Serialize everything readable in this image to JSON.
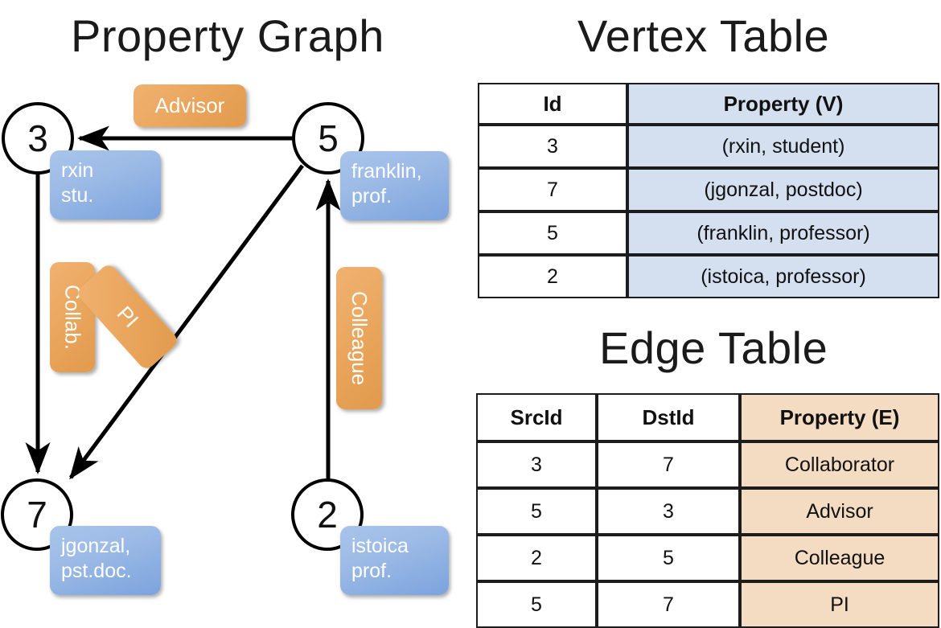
{
  "titles": {
    "graph": "Property Graph",
    "vertex_table": "Vertex Table",
    "edge_table": "Edge Table"
  },
  "colors": {
    "vertex_property_fill": "#D4DFF0",
    "edge_property_fill": "#F4DCC2",
    "vertex_box_blue": "#7BA3DD",
    "edge_label_orange": "#EAA75F",
    "stroke": "#000000"
  },
  "graph": {
    "nodes": [
      {
        "id": "3",
        "property_lines": [
          "rxin",
          "stu."
        ]
      },
      {
        "id": "5",
        "property_lines": [
          "franklin,",
          "prof."
        ]
      },
      {
        "id": "7",
        "property_lines": [
          "jgonzal,",
          "pst.doc."
        ]
      },
      {
        "id": "2",
        "property_lines": [
          "istoica",
          "prof."
        ]
      }
    ],
    "edge_labels": [
      {
        "name": "advisor-label",
        "text": "Advisor"
      },
      {
        "name": "collab-label",
        "text": "Collab."
      },
      {
        "name": "pi-label",
        "text": "PI"
      },
      {
        "name": "colleague-label",
        "text": "Colleague"
      }
    ],
    "edges": [
      {
        "src": "5",
        "dst": "3",
        "label": "Advisor"
      },
      {
        "src": "3",
        "dst": "7",
        "label": "Collab."
      },
      {
        "src": "5",
        "dst": "7",
        "label": "PI"
      },
      {
        "src": "2",
        "dst": "5",
        "label": "Colleague"
      }
    ]
  },
  "vertex_table": {
    "headers": [
      "Id",
      "Property (V)"
    ],
    "rows": [
      {
        "id": "3",
        "property": "(rxin, student)"
      },
      {
        "id": "7",
        "property": "(jgonzal, postdoc)"
      },
      {
        "id": "5",
        "property": "(franklin, professor)"
      },
      {
        "id": "2",
        "property": "(istoica, professor)"
      }
    ]
  },
  "edge_table": {
    "headers": [
      "SrcId",
      "DstId",
      "Property (E)"
    ],
    "rows": [
      {
        "src": "3",
        "dst": "7",
        "property": "Collaborator"
      },
      {
        "src": "5",
        "dst": "3",
        "property": "Advisor"
      },
      {
        "src": "2",
        "dst": "5",
        "property": "Colleague"
      },
      {
        "src": "5",
        "dst": "7",
        "property": "PI"
      }
    ]
  }
}
